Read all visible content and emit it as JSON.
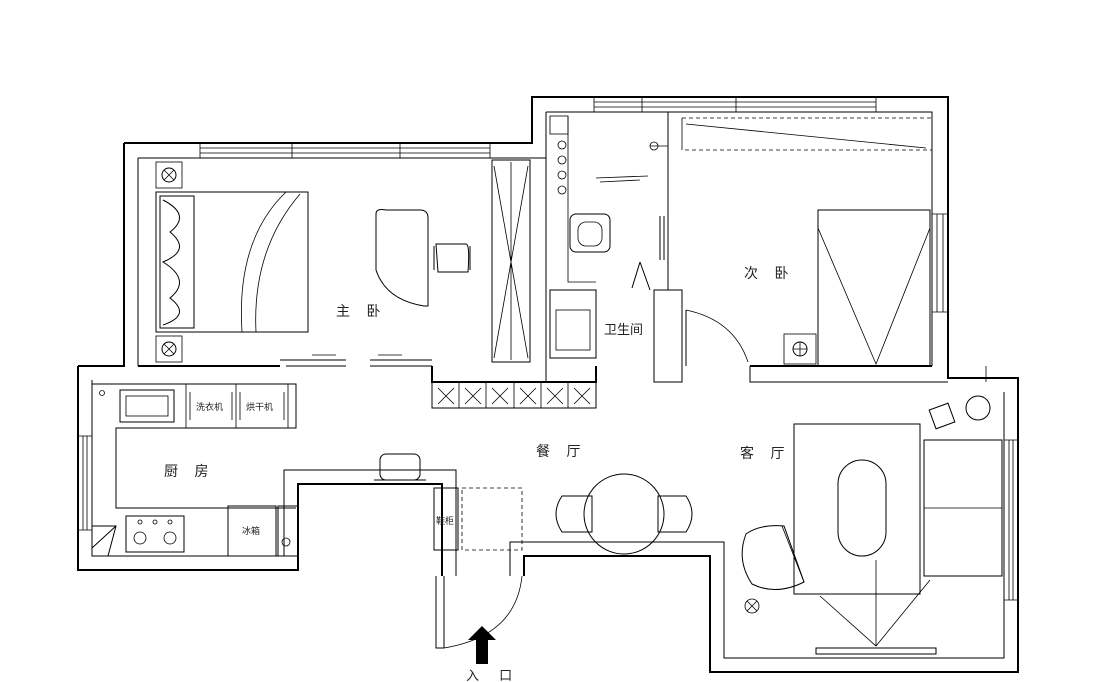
{
  "rooms": {
    "master_bedroom": "主 卧",
    "second_bedroom": "次 卧",
    "bathroom": "卫生间",
    "dining": "餐 厅",
    "living": "客 厅",
    "kitchen": "厨 房"
  },
  "appliances": {
    "washer": "洗衣机",
    "dryer": "烘干机",
    "fridge": "冰箱",
    "shoe_cabinet": "鞋柜"
  },
  "entrance": "入 口"
}
